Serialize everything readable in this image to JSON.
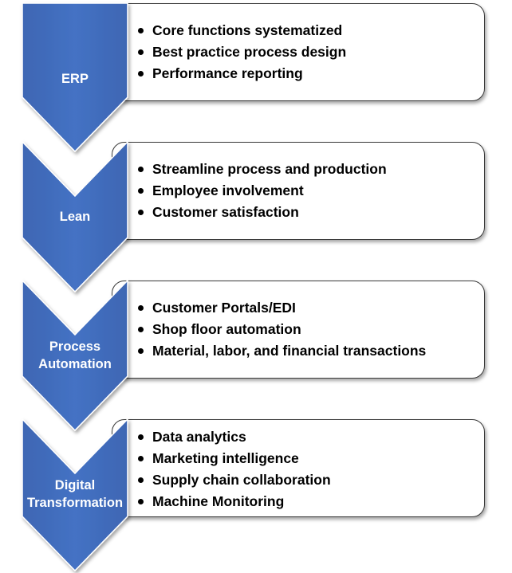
{
  "stages": [
    {
      "label": "ERP",
      "bullets": [
        "Core functions systematized",
        "Best practice process design",
        "Performance reporting"
      ]
    },
    {
      "label": "Lean",
      "bullets": [
        "Streamline process and production",
        "Employee involvement",
        "Customer satisfaction"
      ]
    },
    {
      "label": "Process Automation",
      "label_lines": [
        "Process",
        "Automation"
      ],
      "bullets": [
        "Customer Portals/EDI",
        "Shop floor automation",
        "Material, labor, and financial transactions"
      ]
    },
    {
      "label": "Digital Transformation",
      "label_lines": [
        "Digital",
        "Transformation"
      ],
      "bullets": [
        "Data analytics",
        "Marketing intelligence",
        "Supply chain collaboration",
        "Machine Monitoring"
      ]
    }
  ],
  "colors": {
    "chevron_fill": "#4472C4",
    "chevron_dark": "#2F5597",
    "text_on_chevron": "#FFFFFF",
    "box_border": "#3A3A3A"
  }
}
